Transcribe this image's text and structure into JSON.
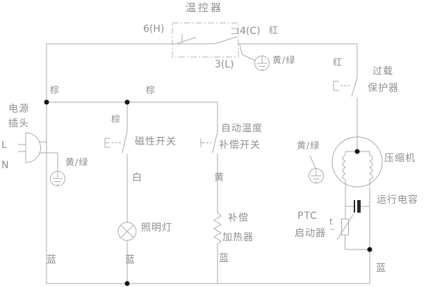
{
  "colors": {
    "line": "#a8a8a8",
    "text": "#8f8f8f",
    "junction_dot": "#141414",
    "capacitor_plate": "#2a2a2a",
    "background": "#ffffff"
  },
  "components": {
    "thermostat": {
      "title": "温控器",
      "terminal_h": "6(H)",
      "terminal_c": "4(C)",
      "terminal_l": "3(L)"
    },
    "power_plug": {
      "label_line1": "电源",
      "label_line2": "插头",
      "live": "L",
      "neutral": "N"
    },
    "magnetic_switch": {
      "label": "磁性开关"
    },
    "compensation_switch": {
      "label_line1": "自动温度",
      "label_line2": "补偿开关"
    },
    "lamp": {
      "label": "照明灯"
    },
    "heater": {
      "label_line1": "补偿",
      "label_line2": "加热器"
    },
    "overload_protector": {
      "label_line1": "过载",
      "label_line2": "保护器"
    },
    "compressor": {
      "label": "压缩机"
    },
    "run_capacitor": {
      "label": "运行电容"
    },
    "ptc_starter": {
      "label_line1": "PTC",
      "label_line2": "启动器",
      "temp_mark": "t"
    }
  },
  "wire_colors": {
    "red_top": "红",
    "red_right": "红",
    "brown_left": "棕",
    "brown_mid": "棕",
    "brown_switch": "棕",
    "white": "白",
    "yellow": "黄",
    "blue_left": "蓝",
    "blue_lamp": "蓝",
    "blue_heater": "蓝",
    "blue_right": "蓝",
    "yellow_green_top": "黄/绿",
    "yellow_green_plug": "黄/绿",
    "yellow_green_compressor": "黄/绿"
  }
}
